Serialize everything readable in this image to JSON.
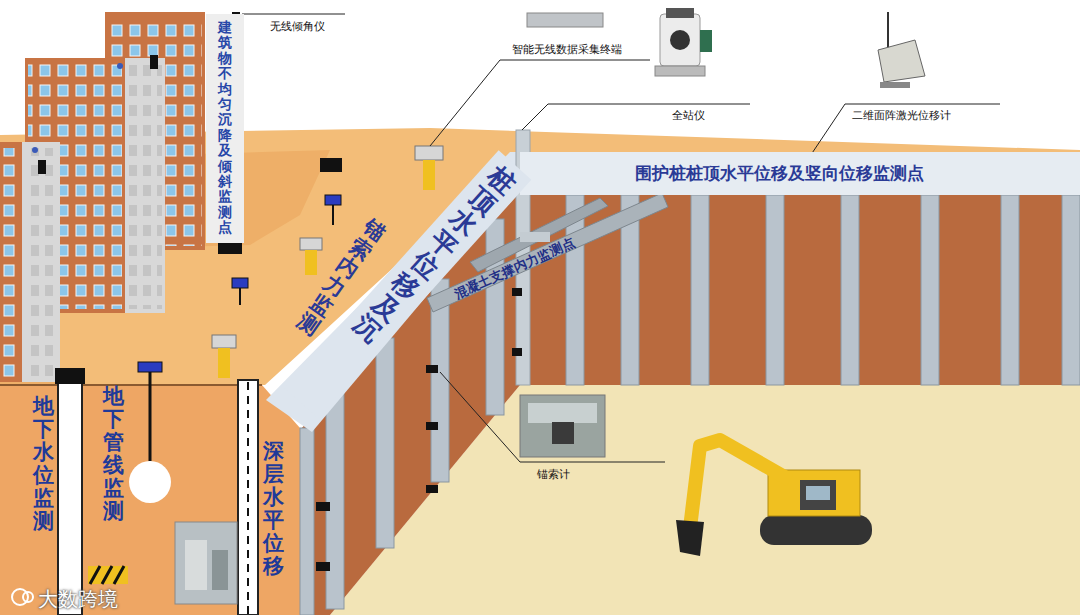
{
  "diagram": {
    "nodes": [
      {
        "text": [
          "围护桩桩顶水平位移及竖向位移监测点"
        ]
      },
      {
        "text": [
          "桩顶水平位移及沉"
        ]
      },
      {
        "text": [
          "建筑物不均匀沉降及倾斜监测点"
        ]
      }
    ],
    "labels": [
      "无线倾角仪",
      "智能无线数据采集终端",
      "全站仪",
      "二维面阵激光位移计",
      "锚索内力监测",
      "混凝土支撑内力监测点",
      "锚索计",
      "地下水位监测",
      "地下管线监测",
      "深层水平位移",
      "大数跨境"
    ]
  }
}
